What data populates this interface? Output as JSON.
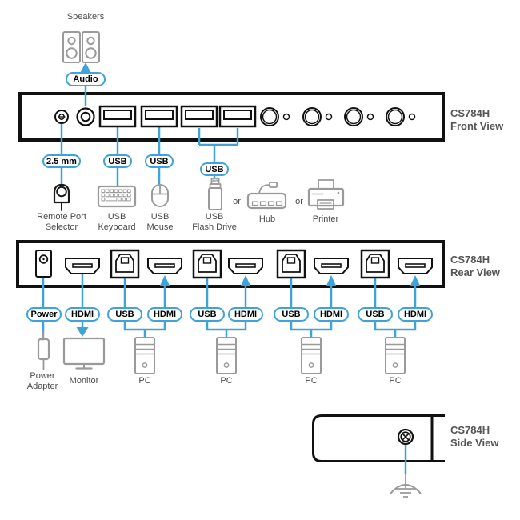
{
  "product": "CS784H",
  "colors": {
    "connector_blue": "#3FA3D7",
    "panel_black": "#111111",
    "device_gray": "#9A9A9A",
    "label_gray": "#4A4A4A",
    "title_gray": "#555555"
  },
  "top_section": {
    "speakers_label": "Speakers",
    "audio_pill": "Audio"
  },
  "front_view": {
    "title_line1": "CS784H",
    "title_line2": "Front View",
    "pills": {
      "remote_jack": "2.5 mm",
      "keyboard": "USB",
      "mouse": "USB",
      "flash": "USB"
    },
    "devices": {
      "remote_line1": "Remote Port",
      "remote_line2": "Selector",
      "keyboard_line1": "USB",
      "keyboard_line2": "Keyboard",
      "mouse_line1": "USB",
      "mouse_line2": "Mouse",
      "flash_line1": "USB",
      "flash_line2": "Flash Drive",
      "or1": "or",
      "hub": "Hub",
      "or2": "or",
      "printer": "Printer"
    }
  },
  "rear_view": {
    "title_line1": "CS784H",
    "title_line2": "Rear View",
    "pills": {
      "power": "Power",
      "hdmi": "HDMI",
      "usb": "USB"
    },
    "devices": {
      "power_adapter_line1": "Power",
      "power_adapter_line2": "Adapter",
      "monitor": "Monitor",
      "pc": "PC"
    }
  },
  "side_view": {
    "title_line1": "CS784H",
    "title_line2": "Side View"
  }
}
